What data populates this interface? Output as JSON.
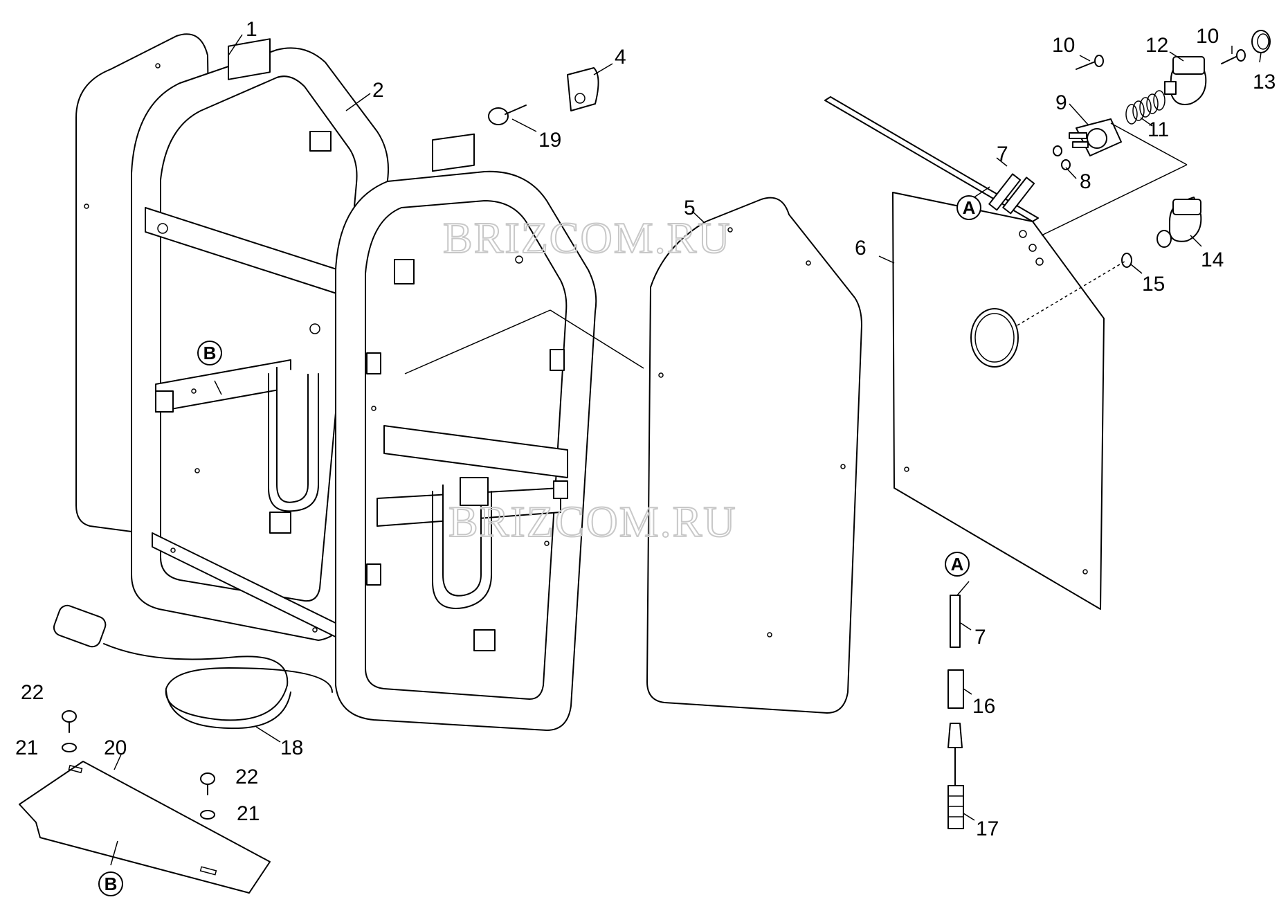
{
  "watermark": "BRIZCOM.RU",
  "callouts": {
    "a": "A",
    "b": "B"
  },
  "labels": {
    "p1": "1",
    "p2": "2",
    "p4": "4",
    "p5": "5",
    "p6": "6",
    "p7a": "7",
    "p7b": "7",
    "p8": "8",
    "p9": "9",
    "p10a": "10",
    "p10b": "10",
    "p11": "11",
    "p12": "12",
    "p13": "13",
    "p14": "14",
    "p15": "15",
    "p16": "16",
    "p17": "17",
    "p18": "18",
    "p19": "19",
    "p20": "20",
    "p21a": "21",
    "p21b": "21",
    "p22a": "22",
    "p22b": "22"
  }
}
